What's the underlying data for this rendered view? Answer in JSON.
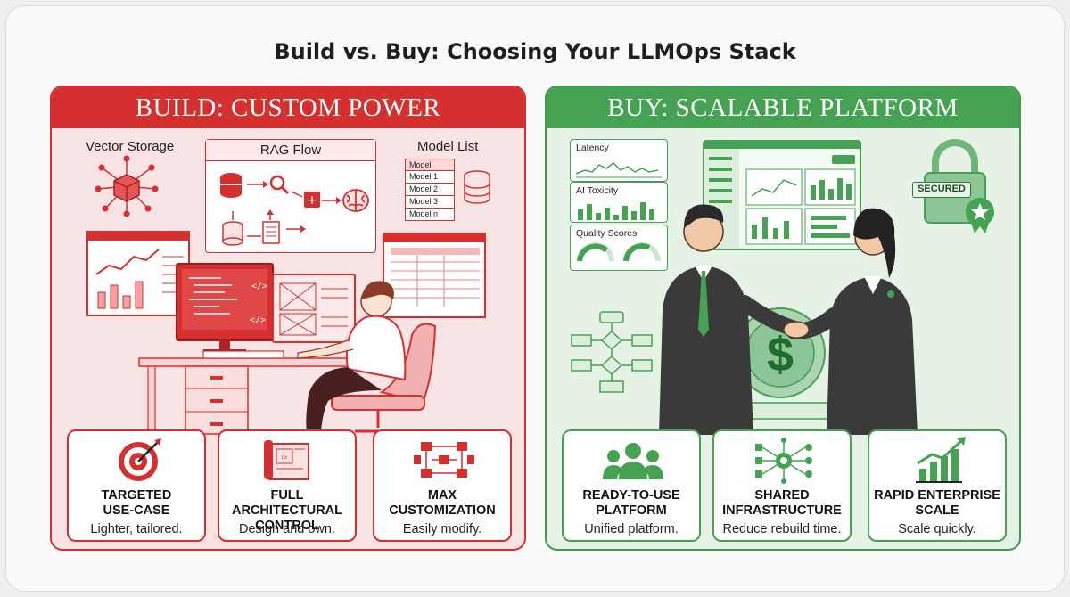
{
  "title": "Build vs. Buy: Choosing Your LLMOps Stack",
  "colors": {
    "build_accent": "#d62f2f",
    "buy_accent": "#46a253",
    "build_bg": "#f8e4e4",
    "buy_bg": "#e6f2e6"
  },
  "build": {
    "banner": "BUILD: CUSTOM POWER",
    "labels": {
      "vector_storage": "Vector Storage",
      "rag_flow": "RAG Flow",
      "model_list": "Model List"
    },
    "model_list_items": [
      "Model",
      "Model 1",
      "Model 2",
      "Model 3",
      "Model n"
    ],
    "screen_code_tag": "</>",
    "cards": [
      {
        "icon": "target-icon",
        "title_line1": "TARGETED",
        "title_line2": "USE-CASE",
        "subtitle": "Lighter, tailored."
      },
      {
        "icon": "blueprint-icon",
        "title_line1": "FULL ARCHITECTURAL",
        "title_line2": "CONTROL",
        "subtitle": "Design and own."
      },
      {
        "icon": "flowchart-icon",
        "title_line1": "MAX",
        "title_line2": "CUSTOMIZATION",
        "subtitle": "Easily modify."
      }
    ]
  },
  "buy": {
    "banner": "BUY: SCALABLE PLATFORM",
    "metrics": {
      "latency": "Latency",
      "toxicity": "AI Toxicity",
      "quality": "Quality Scores"
    },
    "secured": "SECURED",
    "currency_symbol": "$",
    "cards": [
      {
        "icon": "team-icon",
        "title_line1": "READY-TO-USE",
        "title_line2": "PLATFORM",
        "subtitle": "Unified platform."
      },
      {
        "icon": "network-icon",
        "title_line1": "SHARED",
        "title_line2": "INFRASTRUCTURE",
        "subtitle": "Reduce rebuild time."
      },
      {
        "icon": "growth-chart-icon",
        "title_line1": "RAPID ENTERPRISE",
        "title_line2": "SCALE",
        "subtitle": "Scale quickly."
      }
    ]
  }
}
